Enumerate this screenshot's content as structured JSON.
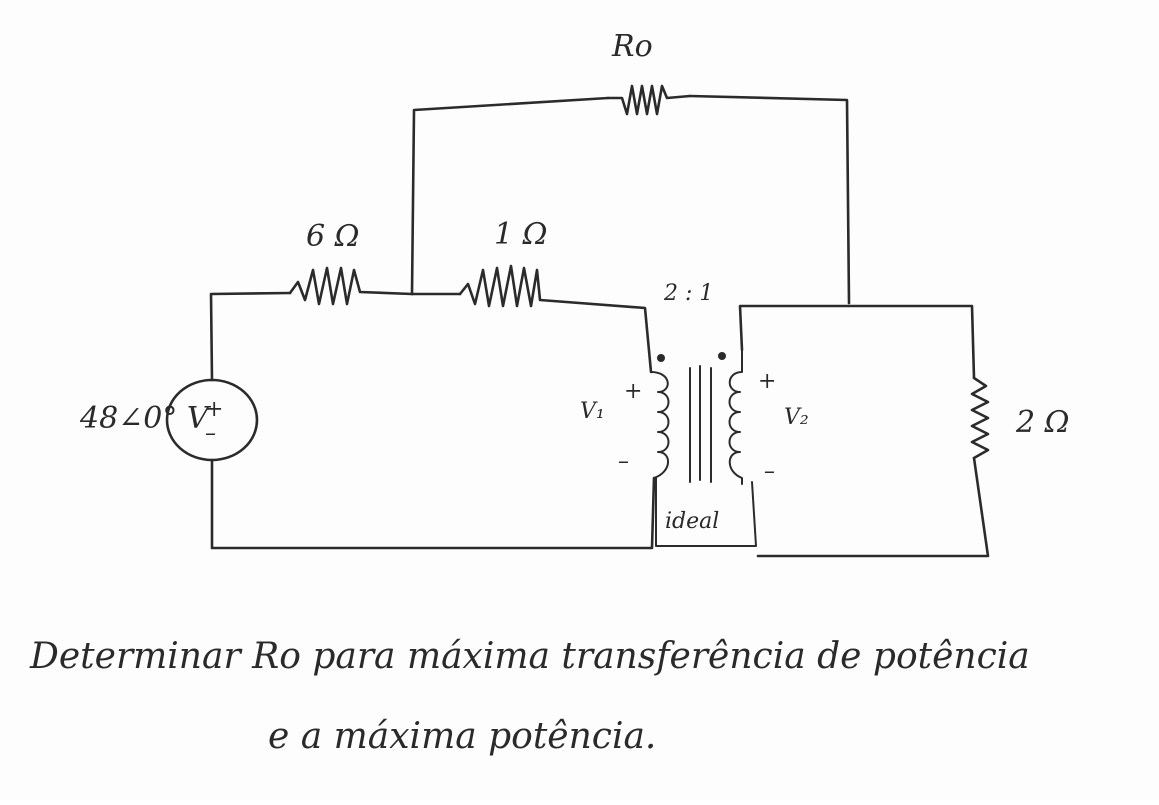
{
  "labels": {
    "r_load_top": "Ro",
    "r_series1": "6 Ω",
    "r_series2": "1 Ω",
    "turns_ratio": "2 : 1",
    "source": "48∠0° V",
    "source_polarity_plus": "+",
    "source_polarity_minus": "–",
    "v1": "V₁",
    "v2": "V₂",
    "plus": "+",
    "minus": "–",
    "ideal": "ideal",
    "r_right": "2 Ω"
  },
  "problem": {
    "line1": "Determinar Ro para máxima transferência de potência",
    "line2": "e a máxima potência."
  },
  "colors": {
    "ink": "#2b2b2b",
    "paper": "#fdfdfd"
  }
}
